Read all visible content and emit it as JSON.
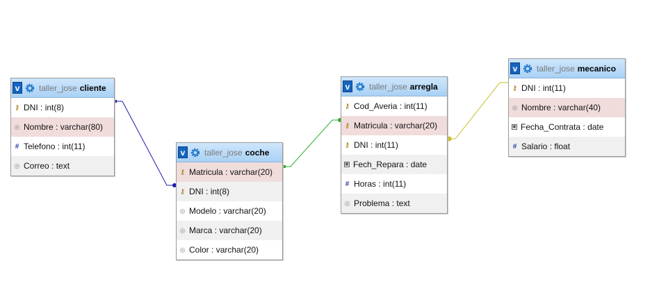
{
  "colors": {
    "link_cliente_coche": "#1a1aaa",
    "link_coche_arregla": "#2ab02a",
    "link_arregla_mecanico": "#c8c020",
    "header_bg": "#a9d1f5",
    "highlight_row": "#f1dcdc"
  },
  "tables": [
    {
      "id": "cliente",
      "db": "taller_jose",
      "name": "cliente",
      "columns": [
        {
          "name": "DNI",
          "type": "int(8)",
          "icon": "key-icon",
          "style": "plain"
        },
        {
          "name": "Nombre",
          "type": "varchar(80)",
          "icon": "text-field-icon",
          "style": "hl"
        },
        {
          "name": "Telefono",
          "type": "int(11)",
          "icon": "numeric-icon",
          "style": "plain"
        },
        {
          "name": "Correo",
          "type": "text",
          "icon": "text-field-icon",
          "style": "alt"
        }
      ]
    },
    {
      "id": "coche",
      "db": "taller_jose",
      "name": "coche",
      "columns": [
        {
          "name": "Matricula",
          "type": "varchar(20)",
          "icon": "key-icon",
          "style": "hl"
        },
        {
          "name": "DNI",
          "type": "int(8)",
          "icon": "key-icon",
          "style": "alt"
        },
        {
          "name": "Modelo",
          "type": "varchar(20)",
          "icon": "text-field-icon",
          "style": "plain"
        },
        {
          "name": "Marca",
          "type": "varchar(20)",
          "icon": "text-field-icon",
          "style": "alt"
        },
        {
          "name": "Color",
          "type": "varchar(20)",
          "icon": "text-field-icon",
          "style": "plain"
        }
      ]
    },
    {
      "id": "arregla",
      "db": "taller_jose",
      "name": "arregla",
      "columns": [
        {
          "name": "Cod_Averia",
          "type": "int(11)",
          "icon": "key-icon",
          "style": "plain"
        },
        {
          "name": "Matricula",
          "type": "varchar(20)",
          "icon": "key-icon",
          "style": "hl"
        },
        {
          "name": "DNI",
          "type": "int(11)",
          "icon": "key-icon",
          "style": "plain"
        },
        {
          "name": "Fech_Repara",
          "type": "date",
          "icon": "date-icon",
          "style": "alt"
        },
        {
          "name": "Horas",
          "type": "int(11)",
          "icon": "numeric-icon",
          "style": "plain"
        },
        {
          "name": "Problema",
          "type": "text",
          "icon": "text-field-icon",
          "style": "alt"
        }
      ]
    },
    {
      "id": "mecanico",
      "db": "taller_jose",
      "name": "mecanico",
      "columns": [
        {
          "name": "DNI",
          "type": "int(11)",
          "icon": "key-icon",
          "style": "plain"
        },
        {
          "name": "Nombre",
          "type": "varchar(40)",
          "icon": "text-field-icon",
          "style": "hl"
        },
        {
          "name": "Fecha_Contrata",
          "type": "date",
          "icon": "date-icon",
          "style": "plain"
        },
        {
          "name": "Salario",
          "type": "float",
          "icon": "numeric-icon",
          "style": "alt"
        }
      ]
    }
  ],
  "toggle_label": "v",
  "separator": " : "
}
